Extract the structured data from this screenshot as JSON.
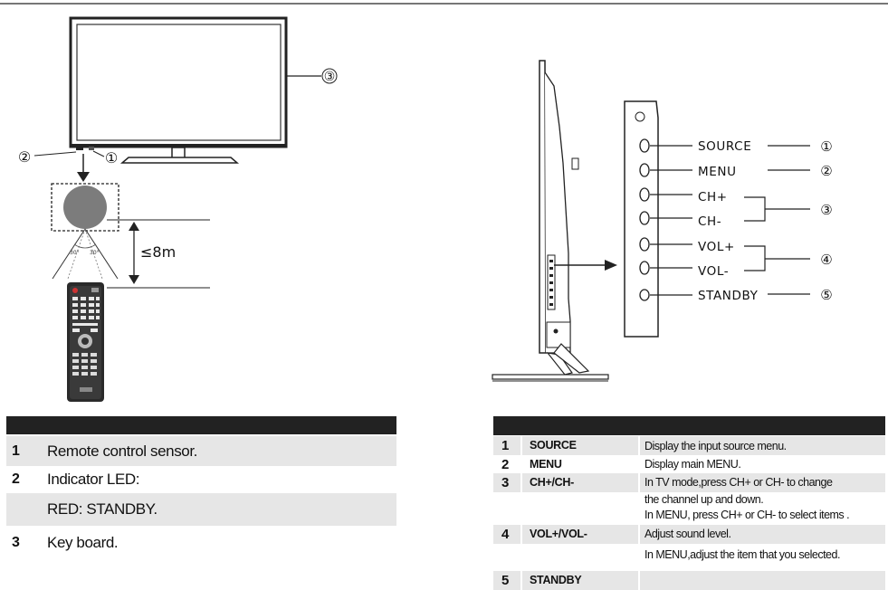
{
  "diagram": {
    "callout_main_tv": "③",
    "callout_led": "②",
    "callout_sensor": "①",
    "distance_label": "≤8m",
    "angle_left": "30°",
    "angle_right": "30°",
    "side_buttons": [
      {
        "label": "SOURCE",
        "callout": "①"
      },
      {
        "label": "MENU",
        "callout": "②"
      },
      {
        "label": "CH+",
        "callout": "③"
      },
      {
        "label": "CH-",
        "callout": ""
      },
      {
        "label": "VOL+",
        "callout": "④"
      },
      {
        "label": "VOL-",
        "callout": ""
      },
      {
        "label": "STANDBY",
        "callout": "⑤"
      }
    ]
  },
  "left_table": {
    "rows": [
      {
        "num": "1",
        "text": "Remote control sensor."
      },
      {
        "num": "2",
        "text": "Indicator LED:"
      },
      {
        "num": "",
        "text": "RED: STANDBY."
      },
      {
        "num": "3",
        "text": "Key board."
      }
    ]
  },
  "right_table": {
    "rows": [
      {
        "num": "1",
        "key": "SOURCE",
        "desc": [
          "Display the input source menu."
        ]
      },
      {
        "num": "2",
        "key": "MENU",
        "desc": [
          "Display main  MENU."
        ]
      },
      {
        "num": "3",
        "key": "CH+/CH-",
        "desc": [
          "In TV mode,press CH+ or CH-   to change",
          " the channel up and down.",
          "In MENU, press CH+ or CH- to  select items ."
        ]
      },
      {
        "num": "4",
        "key": "VOL+/VOL-",
        "desc": [
          "Adjust sound level."
        ]
      },
      {
        "num": "",
        "key": "",
        "desc": [
          "In MENU,adjust the item that  you selected."
        ]
      },
      {
        "num": "5",
        "key": "STANDBY",
        "desc": [
          ""
        ]
      }
    ]
  }
}
